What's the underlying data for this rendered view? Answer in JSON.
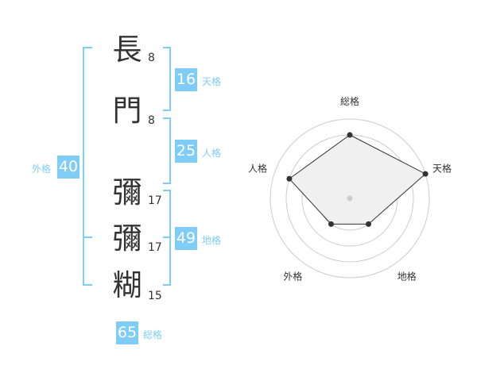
{
  "name_chars": [
    {
      "char": "長",
      "strokes": "8"
    },
    {
      "char": "門",
      "strokes": "8"
    },
    {
      "char": "彌",
      "strokes": "17"
    },
    {
      "char": "彌",
      "strokes": "17"
    },
    {
      "char": "糊",
      "strokes": "15"
    }
  ],
  "kaku": {
    "tenkaku": {
      "value": "16",
      "label": "天格"
    },
    "jinkaku": {
      "value": "25",
      "label": "人格"
    },
    "chikaku": {
      "value": "49",
      "label": "地格"
    },
    "gaikaku": {
      "value": "40",
      "label": "外格"
    },
    "soukaku": {
      "value": "65",
      "label": "総格"
    }
  },
  "chart_data": {
    "type": "radar",
    "axes": [
      "総格",
      "天格",
      "地格",
      "外格",
      "人格"
    ],
    "values": [
      4,
      5,
      2,
      2,
      4
    ],
    "range": [
      0,
      5
    ],
    "rings": 5
  },
  "colors": {
    "accent": "#7fccf7",
    "fill": "#f0f0f0",
    "line": "#333333"
  }
}
